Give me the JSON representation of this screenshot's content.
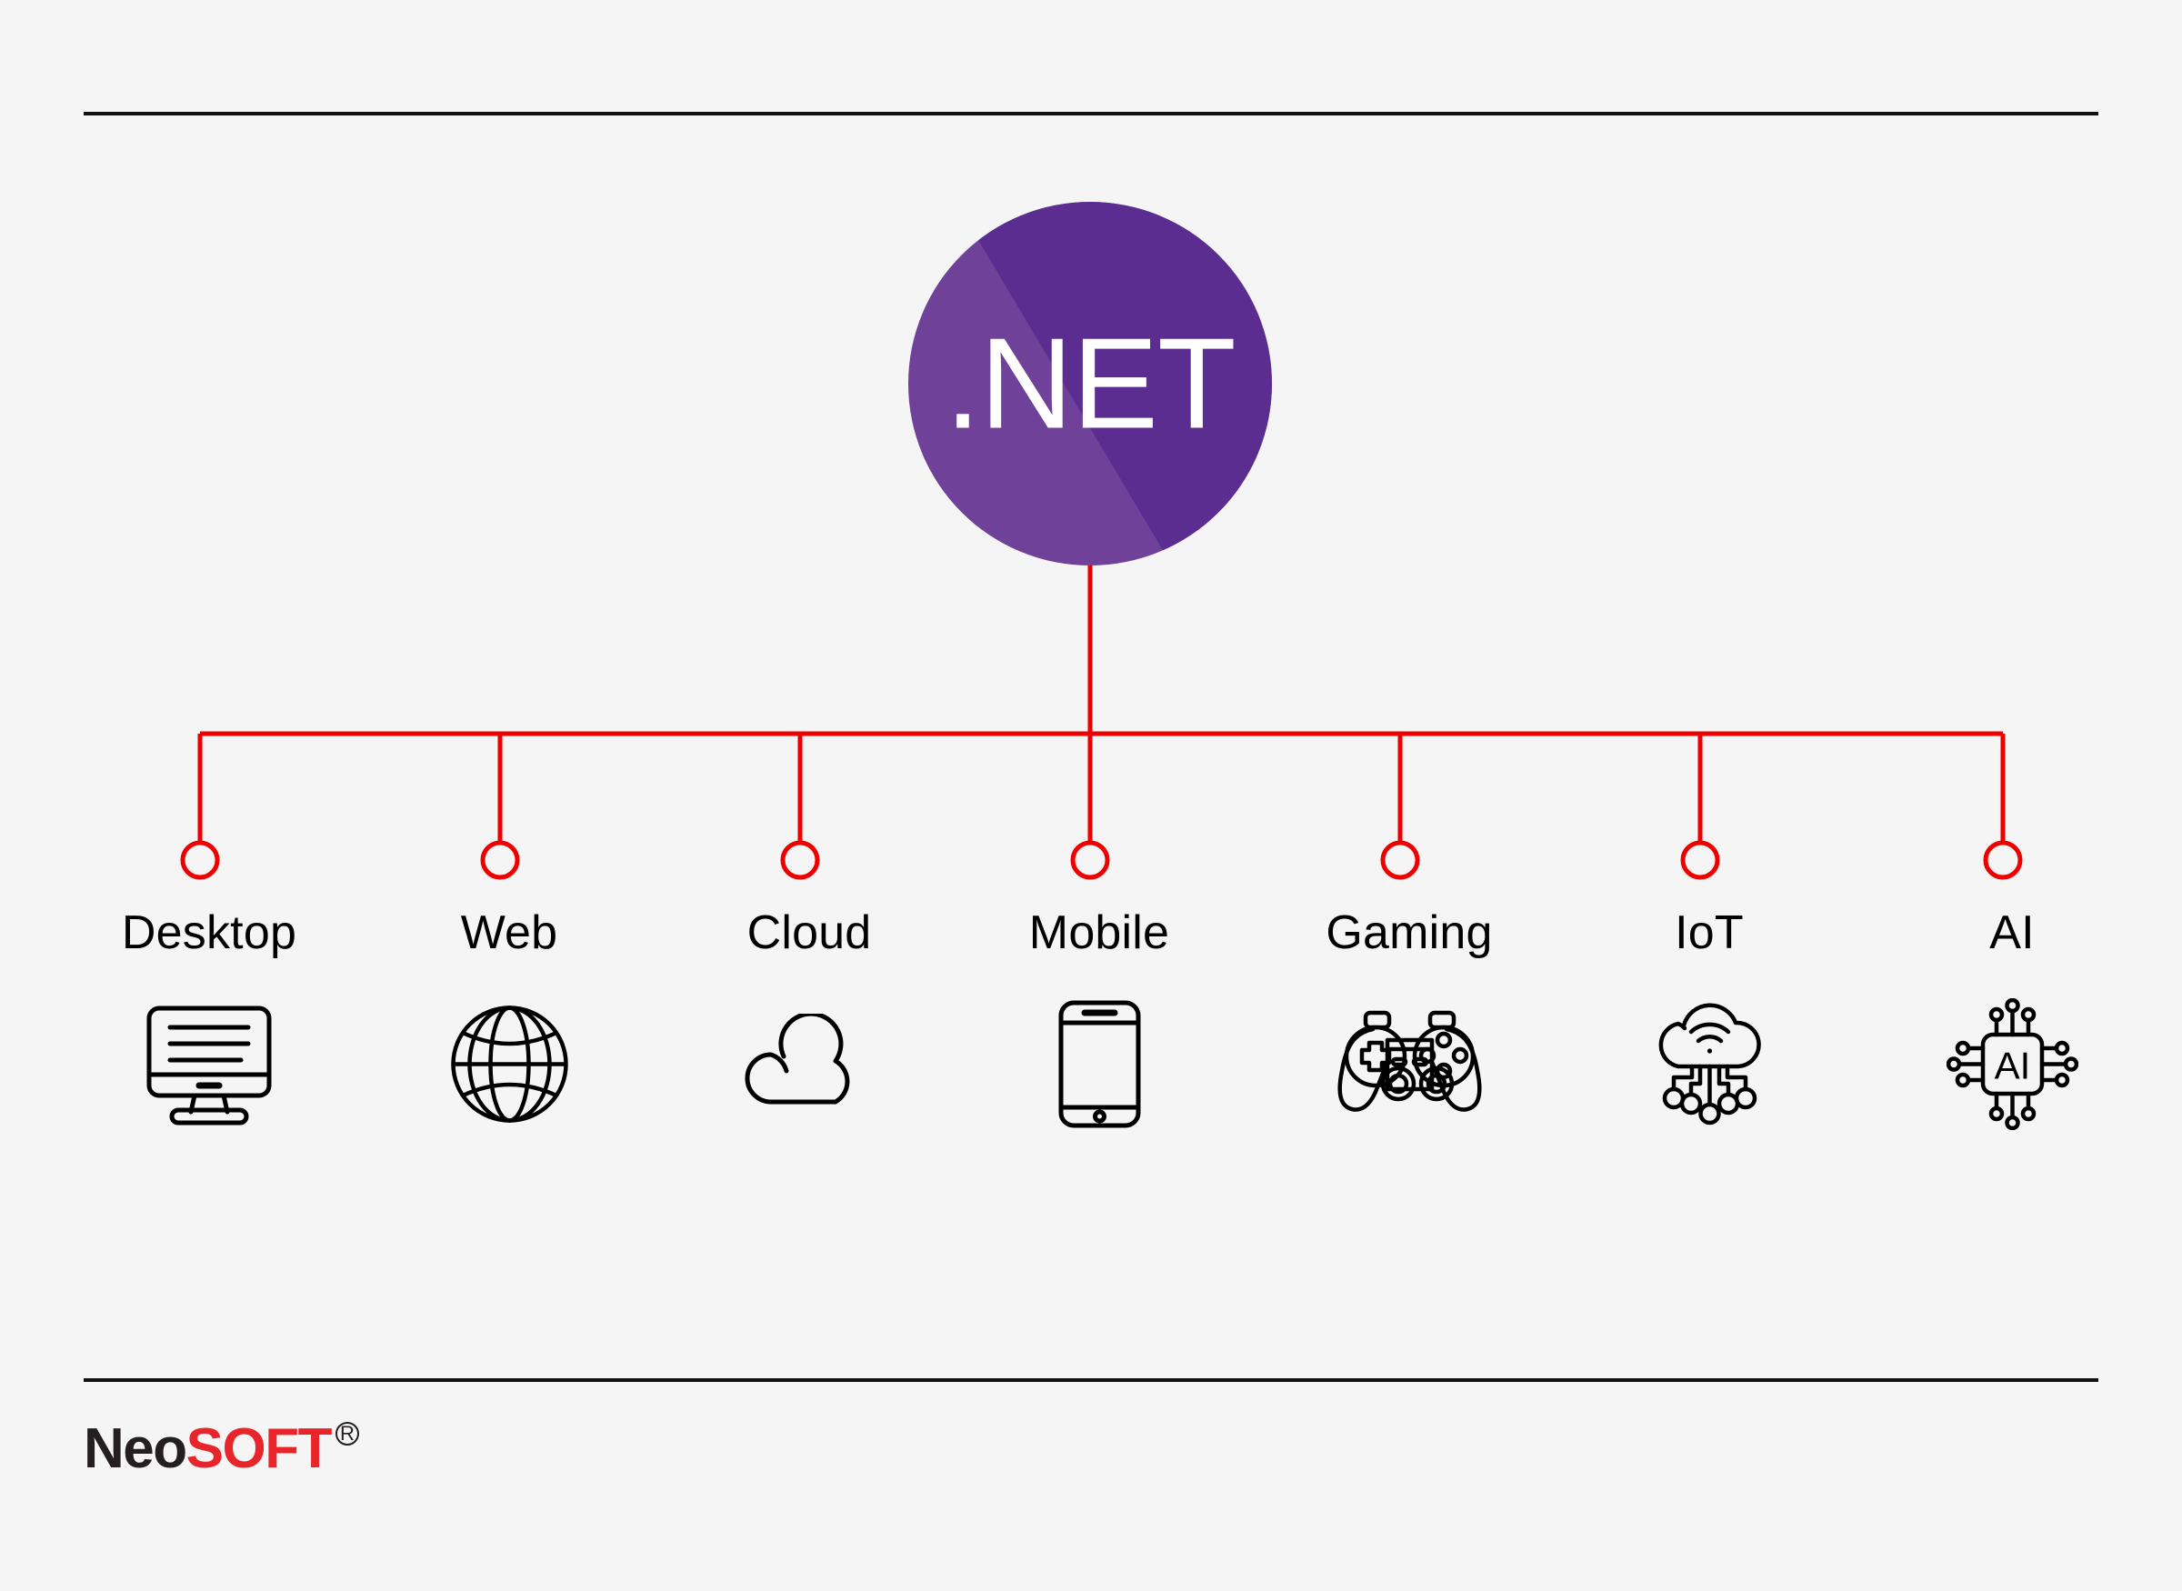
{
  "page": {
    "background_color": "#f5f5f5",
    "rule_color": "#111111",
    "accent_color": "#ee0000",
    "top_rule_label": "top-divider",
    "bottom_rule_label": "bottom-divider"
  },
  "hub": {
    "label": ".NET",
    "shape": "circle",
    "color_dark": "#5c2d91",
    "color_light": "#6f4198",
    "text_color": "#ffffff"
  },
  "branches": [
    {
      "label": "Desktop",
      "icon": "monitor-icon"
    },
    {
      "label": "Web",
      "icon": "globe-icon"
    },
    {
      "label": "Cloud",
      "icon": "cloud-icon"
    },
    {
      "label": "Mobile",
      "icon": "smartphone-icon"
    },
    {
      "label": "Gaming",
      "icon": "gamepad-icon"
    },
    {
      "label": "IoT",
      "icon": "cloud-wifi-nodes-icon"
    },
    {
      "label": "AI",
      "icon": "ai-chip-icon"
    }
  ],
  "chip": {
    "label": "AI"
  },
  "brand": {
    "neo": "Neo",
    "soft": "SOFT",
    "registered": "R"
  }
}
